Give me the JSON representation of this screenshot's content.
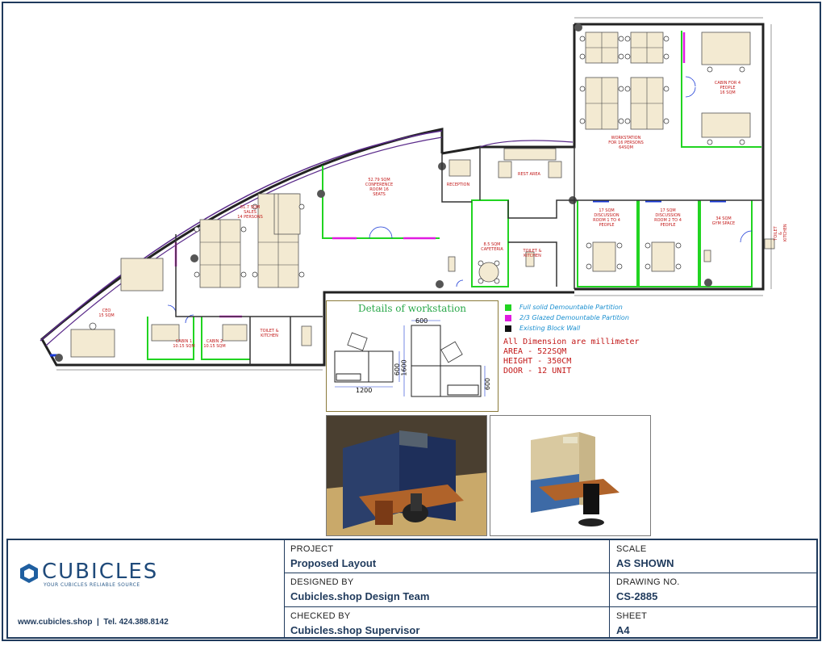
{
  "plan": {
    "rooms": {
      "workstation_top": "WORKSTATION\nFOR 16 PERSONS\n64SQM",
      "cabin_top": "CABIN FOR 4\nPEOPLE\n16 SQM",
      "rest_area": "REST AREA",
      "reception": "RECEPTION",
      "conference": "52.79 SQM\nCONFERENCE\nROOM 16\nSEATS",
      "sales": "81.7 SQM\nSALES\n14 PERSONS",
      "ceo": "CEO\n15 SQM",
      "cabin1": "CABIN 1\n10.15 SQM",
      "cabin2": "CABIN 2\n10.15 SQM",
      "toilet_left": "TOILET &\nKITCHEN",
      "cafeteria": "8.5 SQM\nCAFETERIA",
      "toilet_mid": "TOILET &\nKITCHEN",
      "discussion1": "17 SQM\nDISCUSSION\nROOM 1 TO 4\nPEOPLE",
      "discussion2": "17 SQM\nDISCUSSION\nROOM 2 TO 4\nPEOPLE",
      "gym": "34 SQM\nGYM SPACE",
      "toilet_right": "TOILET &\nKITCHEN"
    }
  },
  "details": {
    "title": "Details of workstation",
    "dims": {
      "d600_top": "600",
      "d1600": "1600",
      "d600_side": "600",
      "d1200": "1200",
      "d600_left": "600"
    }
  },
  "legend": {
    "items": [
      {
        "label": "Full solid Demountable Partition",
        "color": "#21d421"
      },
      {
        "label": "2/3 Glazed Demountable Partition",
        "color": "#e01be0"
      },
      {
        "label": "Existing Block Wall",
        "color": "#111111"
      }
    ]
  },
  "notes": {
    "line1": "All Dimension are millimeter",
    "line2": "AREA - 522SQM",
    "line3": "HEIGHT - 350CM",
    "line4": "DOOR - 12 UNIT"
  },
  "titleblock": {
    "logo_name": "CUBICLES",
    "logo_tagline": "YOUR CUBICLES RELIABLE SOURCE",
    "contact": "www.cubicles.shop  |  Tel. 424.388.8142",
    "project_label": "PROJECT",
    "project_value": "Proposed Layout",
    "designed_label": "DESIGNED BY",
    "designed_value": "Cubicles.shop Design Team",
    "checked_label": "CHECKED BY",
    "checked_value": "Cubicles.shop Supervisor",
    "scale_label": "SCALE",
    "scale_value": "AS SHOWN",
    "drawing_label": "DRAWING NO.",
    "drawing_value": "CS-2885",
    "sheet_label": "SHEET",
    "sheet_value": "A4"
  }
}
